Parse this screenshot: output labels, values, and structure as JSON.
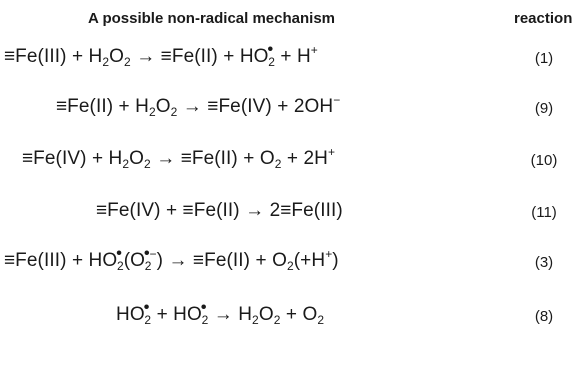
{
  "header": {
    "title": "A possible non-radical mechanism",
    "reaction_label": "reaction"
  },
  "reactions": [
    {
      "tokens": [
        "≡Fe(III)",
        " + ",
        "H",
        "2",
        "O",
        "2",
        " → ",
        "≡Fe(II)",
        " + ",
        "HO",
        "•",
        "2",
        " + ",
        "H",
        "+"
      ],
      "number": "(1)"
    },
    {
      "tokens": [
        "≡Fe(II)",
        " + ",
        "H",
        "2",
        "O",
        "2",
        " → ",
        "≡Fe(IV)",
        " + ",
        "2OH",
        "−"
      ],
      "number": "(9)"
    },
    {
      "tokens": [
        "≡Fe(IV)",
        " + ",
        "H",
        "2",
        "O",
        "2",
        " → ",
        "≡Fe(II)",
        " + ",
        "O",
        "2",
        " + ",
        "2H",
        "+"
      ],
      "number": "(10)"
    },
    {
      "tokens": [
        "≡Fe(IV)",
        " + ",
        "≡Fe(II)",
        " → ",
        "2≡Fe(III)"
      ],
      "number": "(11)"
    },
    {
      "tokens": [
        "≡Fe(III)",
        " + ",
        "HO",
        "•",
        "2",
        "(O",
        "•",
        "2",
        "−",
        ")",
        " → ",
        "≡Fe(II)",
        " + ",
        "O",
        "2",
        "(+H",
        "+",
        ")"
      ],
      "number": "(3)"
    },
    {
      "tokens": [
        "HO",
        "•",
        "2",
        " + ",
        "HO",
        "•",
        "2",
        " → ",
        "H",
        "2",
        "O",
        "2",
        " + ",
        "O",
        "2"
      ],
      "number": "(8)"
    }
  ]
}
